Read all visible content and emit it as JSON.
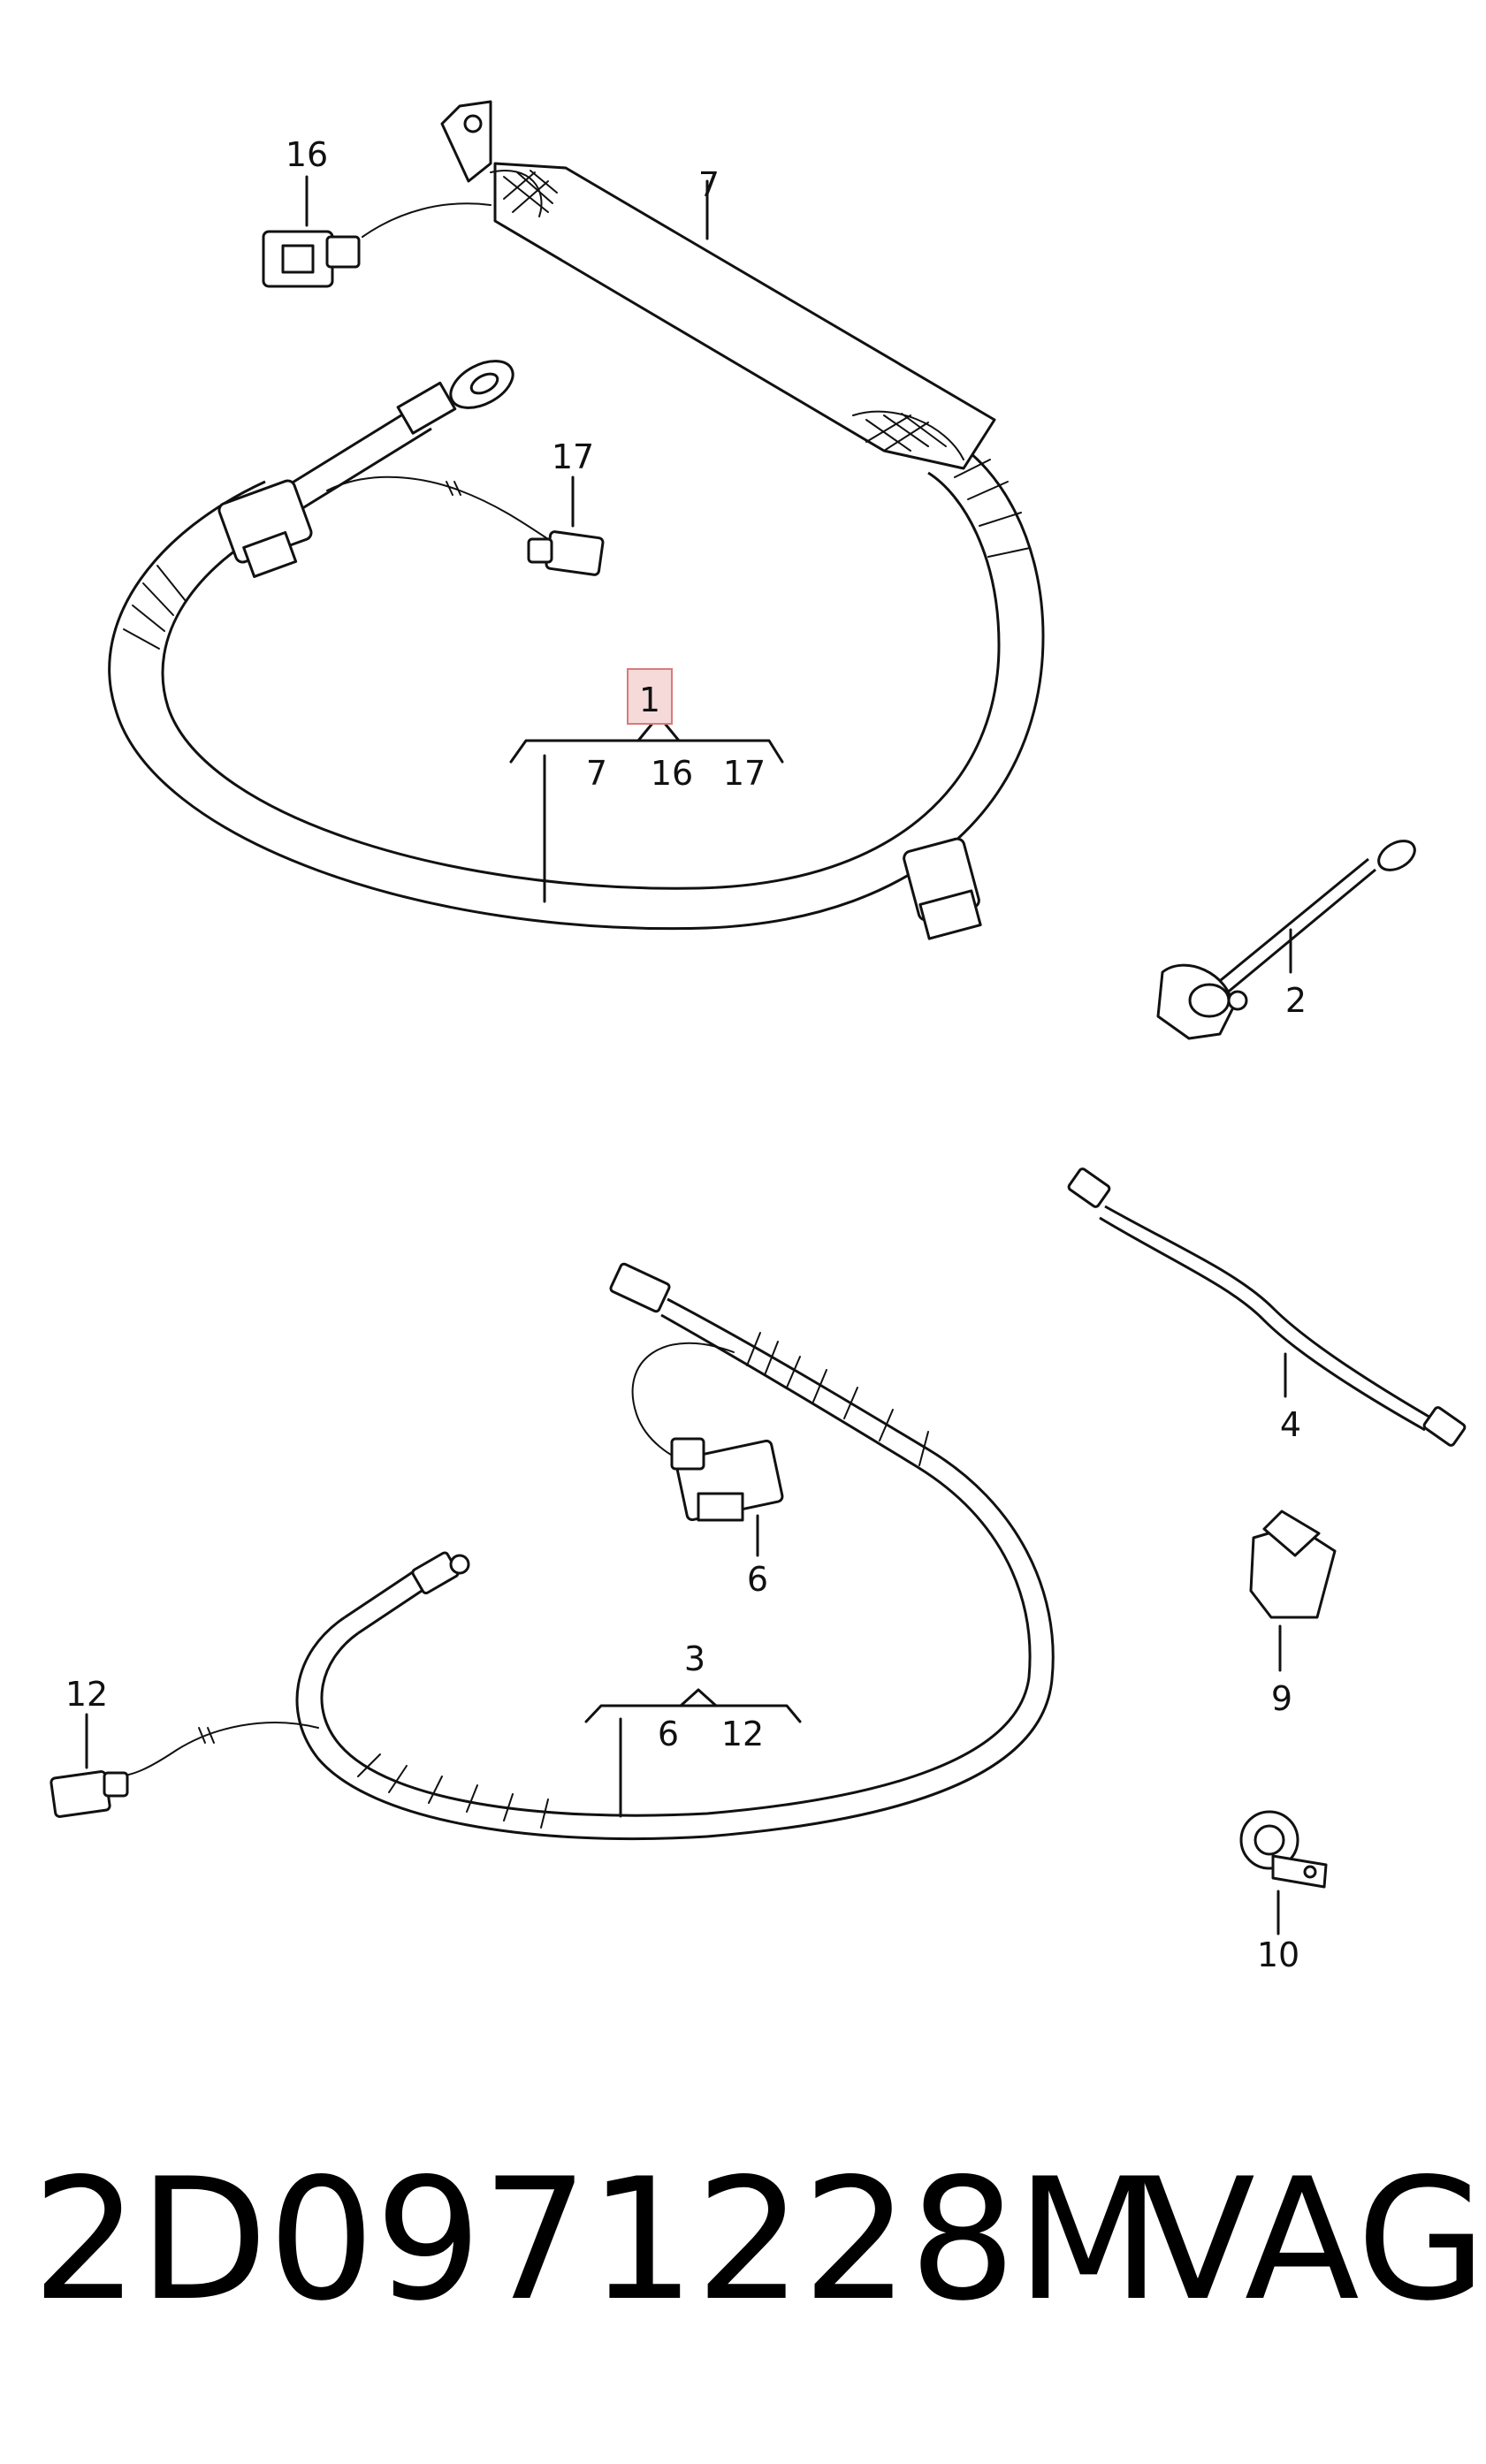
{
  "callouts": {
    "item_1": "1",
    "item_1_sub": [
      "7",
      "16",
      "17"
    ],
    "item_2": "2",
    "item_3": "3",
    "item_3_sub": [
      "6",
      "12"
    ],
    "item_4": "4",
    "item_6": "6",
    "item_7": "7",
    "item_9": "9",
    "item_10": "10",
    "item_12": "12",
    "item_16": "16",
    "item_17": "17"
  },
  "footer": {
    "part_number": "2D0971228M",
    "brand": "VAG"
  },
  "colors": {
    "line": "#111111",
    "highlight_fill": "#f6dada",
    "highlight_border": "#d77b7b",
    "background": "#ffffff"
  }
}
